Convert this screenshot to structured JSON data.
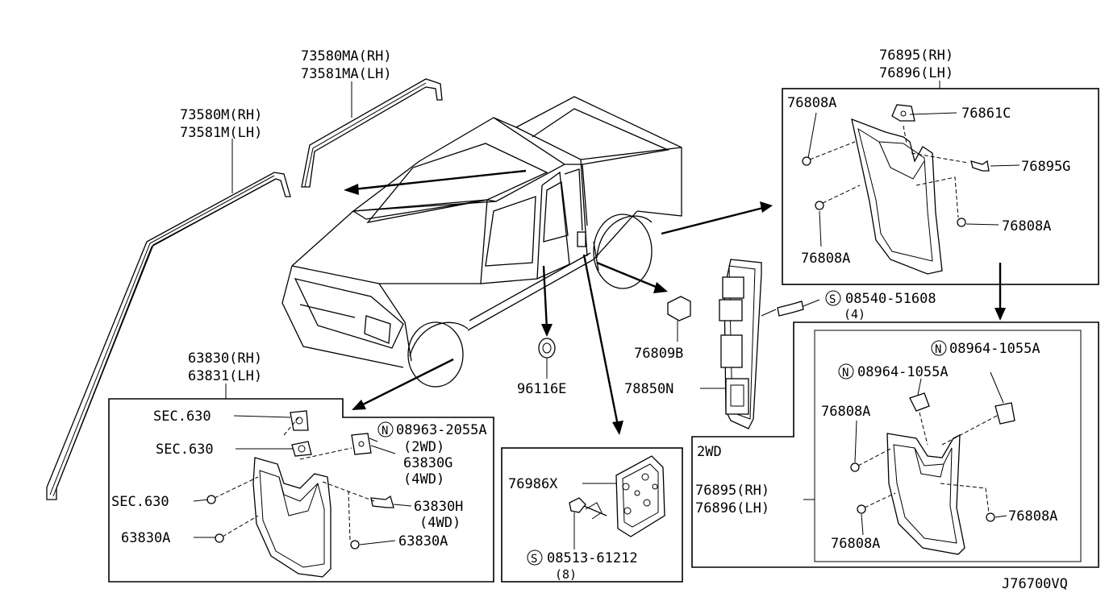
{
  "labels": {
    "p73580ma": "73580MA(RH)",
    "p73581ma": "73581MA(LH)",
    "p73580m": "73580M(RH)",
    "p73581m": "73581M(LH)",
    "p76895_top": "76895(RH)",
    "p76896_top": "76896(LH)",
    "p76808a_1": "76808A",
    "p76861c": "76861C",
    "p76895g": "76895G",
    "p76808a_2": "76808A",
    "p76808a_3": "76808A",
    "p08540": "08540-51608",
    "p08540_qty": "(4)",
    "p76809b": "76809B",
    "p78850n": "78850N",
    "p96116e": "96116E",
    "p63830": "63830(RH)",
    "p63831": "63831(LH)",
    "sec630_1": "SEC.630",
    "sec630_2": "SEC.630",
    "sec630_3": "SEC.630",
    "p08963": "08963-2055A",
    "p2wd_a": "(2WD)",
    "p63830g": "63830G",
    "p4wd_a": "(4WD)",
    "p63830h": "63830H",
    "p4wd_b": "(4WD)",
    "p63830a_l": "63830A",
    "p63830a_r": "63830A",
    "p76986x": "76986X",
    "p08513": "08513-61212",
    "p08513_qty": "(8)",
    "p08964_a": "08964-1055A",
    "p08964_b": "08964-1055A",
    "p76808a_4": "76808A",
    "label_2wd": "2WD",
    "p76895_bot": "76895(RH)",
    "p76896_bot": "76896(LH)",
    "p76808a_5": "76808A",
    "p76808a_6": "76808A",
    "diagram_code": "J76700VQ",
    "circle_n": "N",
    "circle_s": "S"
  }
}
